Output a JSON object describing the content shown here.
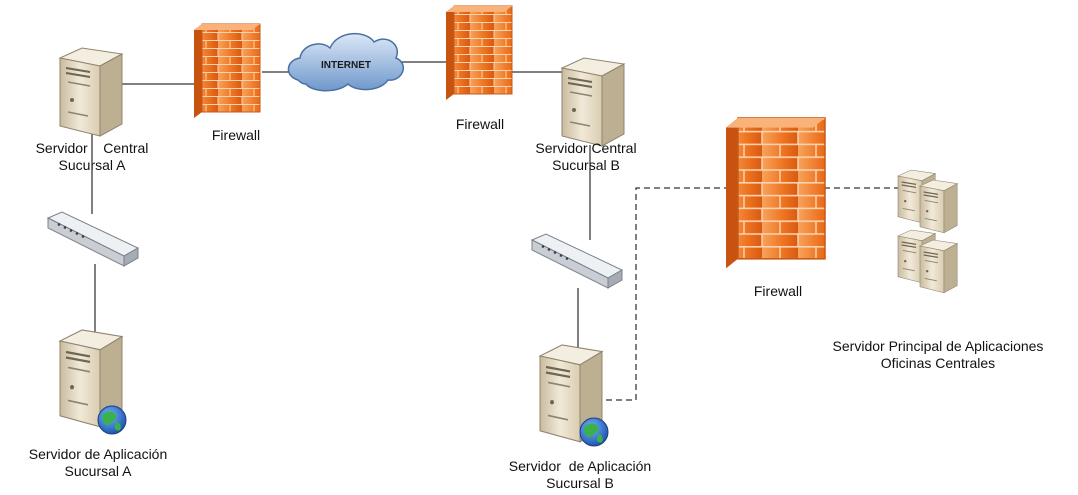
{
  "internet": {
    "label": "INTERNET"
  },
  "firewalls": [
    {
      "label": "Firewall"
    },
    {
      "label": "Firewall"
    },
    {
      "label": "Firewall"
    }
  ],
  "servers": {
    "central_a": {
      "line1": "Servidor    Central",
      "line2": "Sucursal A"
    },
    "central_b": {
      "line1": "Servidor Central",
      "line2": "Sucursal B"
    },
    "app_a": {
      "line1": "Servidor de Aplicación",
      "line2": "Sucursal A"
    },
    "app_b": {
      "line1": "Servidor  de Aplicación",
      "line2": "Sucursal B"
    },
    "main": {
      "line1": "Servidor Principal de Aplicaciones",
      "line2": "Oficinas Centrales"
    }
  },
  "colors": {
    "firewall_orange": "#f07a2a",
    "server_beige": "#e8dcc4",
    "cloud_blue": "#7fa8d8",
    "line": "#000000"
  }
}
